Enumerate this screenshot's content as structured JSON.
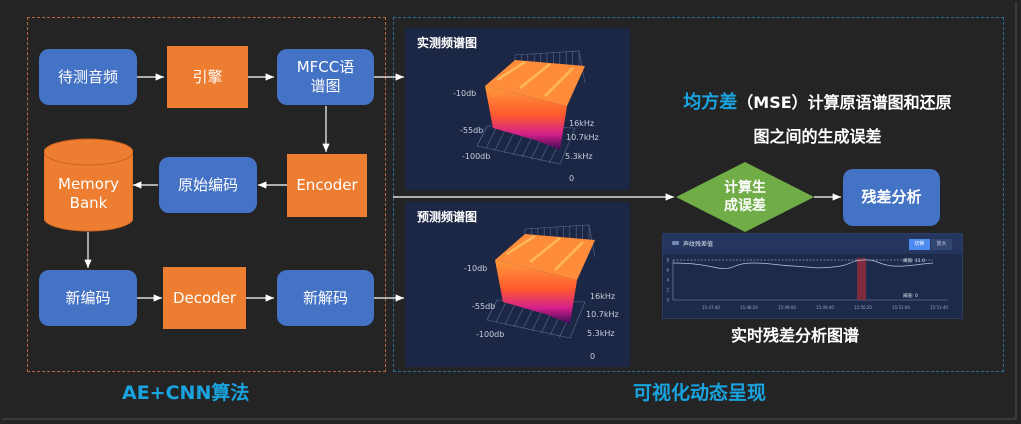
{
  "left_group": {
    "label": "AE+CNN算法",
    "nodes": {
      "audio": "待测音频",
      "engine": "引擎",
      "mfcc": "MFCC语谱图",
      "encoder": "Encoder",
      "orig_code": "原始编码",
      "memory_bank": "Memory Bank",
      "new_code": "新编码",
      "decoder": "Decoder",
      "new_decode": "新解码"
    }
  },
  "right_group": {
    "label": "可视化动态呈现",
    "spectrograms": [
      {
        "title": "实测频谱图",
        "z_labels": [
          "-10db",
          "-55db",
          "-100db"
        ],
        "freq_labels": [
          "16kHz",
          "10.7kHz",
          "5.3kHz",
          "0"
        ]
      },
      {
        "title": "预测频谱图",
        "z_labels": [
          "-10db",
          "-55db",
          "-100db"
        ],
        "freq_labels": [
          "16kHz",
          "10.7kHz",
          "5.3kHz",
          "0"
        ]
      }
    ],
    "mse": {
      "highlight": "均方差",
      "line1_rest": "（MSE）计算原语谱图和还原",
      "line2": "图之间的生成误差"
    },
    "decision": "计算生成误差",
    "residual_box": "残差分析",
    "residual_chart": {
      "title": "声纹残差值",
      "toggle_active": "切换",
      "toggle_inactive": "放大",
      "threshold_high": "阈值: 11.0",
      "threshold_low": "阈值: 0",
      "y_ticks": [
        "8",
        "6",
        "4",
        "2",
        "0"
      ],
      "x_ticks": [
        "15:47:40",
        "15:48:20",
        "15:49:00",
        "15:49:40",
        "15:50:20",
        "15:51:00",
        "15:51:40"
      ],
      "caption": "实时残差分析图谱"
    }
  },
  "colors": {
    "blue_node": "#4472c4",
    "orange_node": "#ed7d31",
    "green_decision": "#70ad47",
    "accent_text": "#19a4e0"
  }
}
